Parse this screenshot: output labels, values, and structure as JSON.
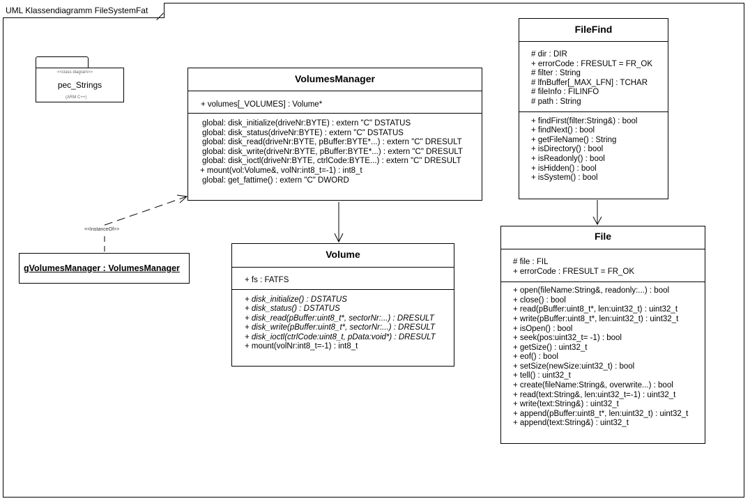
{
  "frame": {
    "title": "UML Klassendiagramm FileSystemFat"
  },
  "package": {
    "stereotype": "<<class diagram>>",
    "name": "pec_Strings",
    "tag": "(ARM C++)"
  },
  "volumes_manager": {
    "name": "VolumesManager",
    "attributes": [
      "+ volumes[_VOLUMES] : Volume*"
    ],
    "operations": [
      "global: disk_initialize(driveNr:BYTE) : extern \"C\" DSTATUS",
      "global: disk_status(driveNr:BYTE) : extern \"C\" DSTATUS",
      "global: disk_read(driveNr:BYTE, pBuffer:BYTE*...) : extern \"C\" DRESULT",
      "global: disk_write(driveNr:BYTE, pBuffer:BYTE*...) : extern \"C\" DRESULT",
      "global: disk_ioctl(driveNr:BYTE, ctrlCode:BYTE...) : extern \"C\" DRESULT",
      "+ mount(vol:Volume&, volNr:int8_t=-1) : int8_t",
      "global: get_fattime() : extern \"C\" DWORD"
    ]
  },
  "volume": {
    "name": "Volume",
    "attributes": [
      "+ fs : FATFS"
    ],
    "operations": [
      "+ disk_initialize() : DSTATUS",
      "+ disk_status() : DSTATUS",
      "+ disk_read(pBuffer:uint8_t*, sectorNr:...) : DRESULT",
      "+ disk_write(pBuffer:uint8_t*, sectorNr:...) : DRESULT",
      "+ disk_ioctl(ctrlCode:uint8_t, pData:void*) : DRESULT",
      "+ mount(volNr:int8_t=-1) : int8_t"
    ]
  },
  "instance": {
    "stereotype": "<<InstanceOf>>",
    "name": "gVolumesManager : VolumesManager"
  },
  "file_find": {
    "name": "FileFind",
    "attributes": [
      "# dir : DIR",
      "+ errorCode : FRESULT = FR_OK",
      "# filter : String",
      "# lfnBuffer[_MAX_LFN] : TCHAR",
      "# fileInfo : FILINFO",
      "# path : String"
    ],
    "operations": [
      "+ findFirst(filter:String&) : bool",
      "+ findNext() : bool",
      "+ getFileName() : String",
      "+ isDirectory() : bool",
      "+ isReadonly() : bool",
      "+ isHidden() : bool",
      "+ isSystem() : bool"
    ]
  },
  "file": {
    "name": "File",
    "attributes": [
      "# file : FIL",
      "+ errorCode : FRESULT = FR_OK"
    ],
    "operations": [
      "+ open(fileName:String&, readonly:...) : bool",
      "+ close() : bool",
      "+ read(pBuffer:uint8_t*, len:uint32_t) : uint32_t",
      "+ write(pBuffer:uint8_t*, len:uint32_t) : uint32_t",
      "+ isOpen() : bool",
      "+ seek(pos:uint32_t= -1) : bool",
      "+ getSize() : uint32_t",
      "+ eof() : bool",
      "+ setSize(newSize:uint32_t) : bool",
      "+ tell() : uint32_t",
      "+ create(fileName:String&, overwrite...) : bool",
      "+ read(text:String&, len:uint32_t=-1) : uint32_t",
      "+ write(text:String&) : uint32_t",
      "+ append(pBuffer:uint8_t*, len:uint32_t) : uint32_t",
      "+ append(text:String&) : uint32_t"
    ]
  }
}
